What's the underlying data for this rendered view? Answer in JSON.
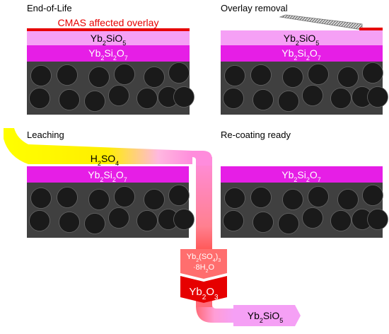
{
  "panels": {
    "end_of_life": {
      "title": "End-of-Life",
      "overlay_label": "CMAS affected overlay",
      "top_coat_base": "Yb",
      "top_coat_sub1": "2",
      "top_coat_mid": "SiO",
      "top_coat_sub2": "5",
      "bond_base": "Yb",
      "bond_sub1": "2",
      "bond_mid": "Si",
      "bond_sub2": "2",
      "bond_end": "O",
      "bond_sub3": "7"
    },
    "overlay_removal": {
      "title": "Overlay removal",
      "top_coat_base": "Yb",
      "top_coat_sub1": "2",
      "top_coat_mid": "SiO",
      "top_coat_sub2": "5",
      "bond_base": "Yb",
      "bond_sub1": "2",
      "bond_mid": "Si",
      "bond_sub2": "2",
      "bond_end": "O",
      "bond_sub3": "7"
    },
    "leaching": {
      "title": "Leaching",
      "acid_base": "H",
      "acid_sub1": "2",
      "acid_mid": "SO",
      "acid_sub2": "4",
      "bond_base": "Yb",
      "bond_sub1": "2",
      "bond_mid": "Si",
      "bond_sub2": "2",
      "bond_end": "O",
      "bond_sub3": "7"
    },
    "recoating_ready": {
      "title": "Re-coating ready",
      "bond_base": "Yb",
      "bond_sub1": "2",
      "bond_mid": "Si",
      "bond_sub2": "2",
      "bond_end": "O",
      "bond_sub3": "7"
    }
  },
  "flow": {
    "sulfate_line1_base": "Yb",
    "sulfate_line1_sub1": "2",
    "sulfate_line1_mid": "(SO",
    "sulfate_line1_sub2": "4",
    "sulfate_line1_end": ")",
    "sulfate_line1_sub3": "3",
    "sulfate_line2_base": "·8H",
    "sulfate_line2_sub": "2",
    "sulfate_line2_end": "O",
    "oxide_base": "Yb",
    "oxide_sub1": "2",
    "oxide_mid": "O",
    "oxide_sub2": "3",
    "product_base": "Yb",
    "product_sub1": "2",
    "product_mid": "SiO",
    "product_sub2": "5"
  },
  "colors": {
    "substrate": "#404040",
    "particle": "#1a1a1a",
    "bond_coat": "#e61ee6",
    "top_coat": "#f5a0f5",
    "overlay": "#e60000",
    "acid": "#ffff00",
    "stream": "#ff8cdc",
    "oxide": "#e60000"
  }
}
